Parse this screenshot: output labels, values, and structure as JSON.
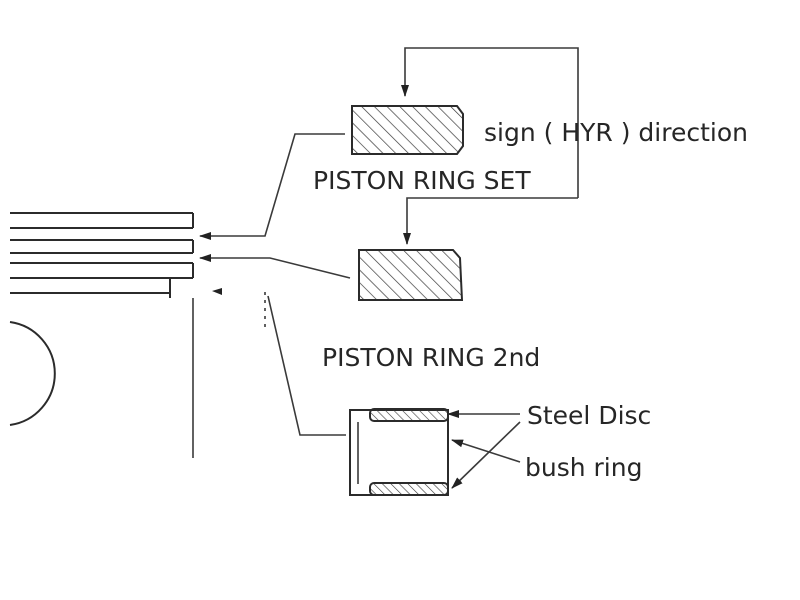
{
  "labels": {
    "sign_direction": "sign ( HYR ) direction",
    "piston_ring_set": "PISTON RING SET",
    "piston_ring_2nd": "PISTON RING 2nd",
    "steel_disc": "Steel Disc",
    "bush_ring": "bush ring"
  },
  "colors": {
    "line": "#2b2b2b",
    "text": "#262626",
    "background": "#ffffff"
  }
}
